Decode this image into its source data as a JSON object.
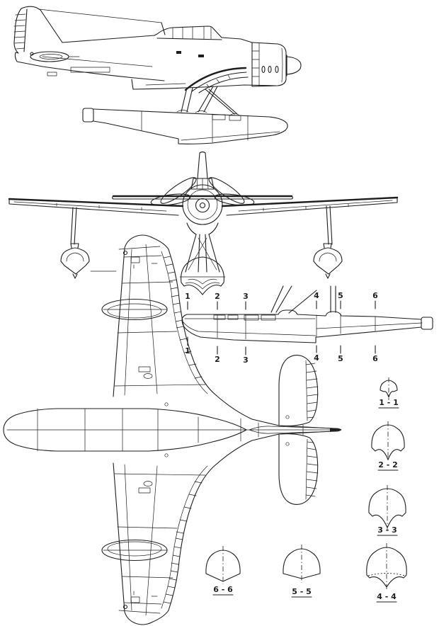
{
  "palette": {
    "paper": "#ffffff",
    "ink": "#1e1e1e"
  },
  "stations": {
    "top": [
      "1",
      "2",
      "3",
      "4",
      "5",
      "6"
    ],
    "bottom": [
      "1",
      "2",
      "3",
      "4",
      "5",
      "6"
    ]
  },
  "sections": [
    {
      "id": "1-1",
      "label": "1 - 1"
    },
    {
      "id": "2-2",
      "label": "2 - 2"
    },
    {
      "id": "3-3",
      "label": "3 - 3"
    },
    {
      "id": "4-4",
      "label": "4 - 4"
    },
    {
      "id": "5-5",
      "label": "5 - 5"
    },
    {
      "id": "6-6",
      "label": "6 - 6"
    }
  ]
}
